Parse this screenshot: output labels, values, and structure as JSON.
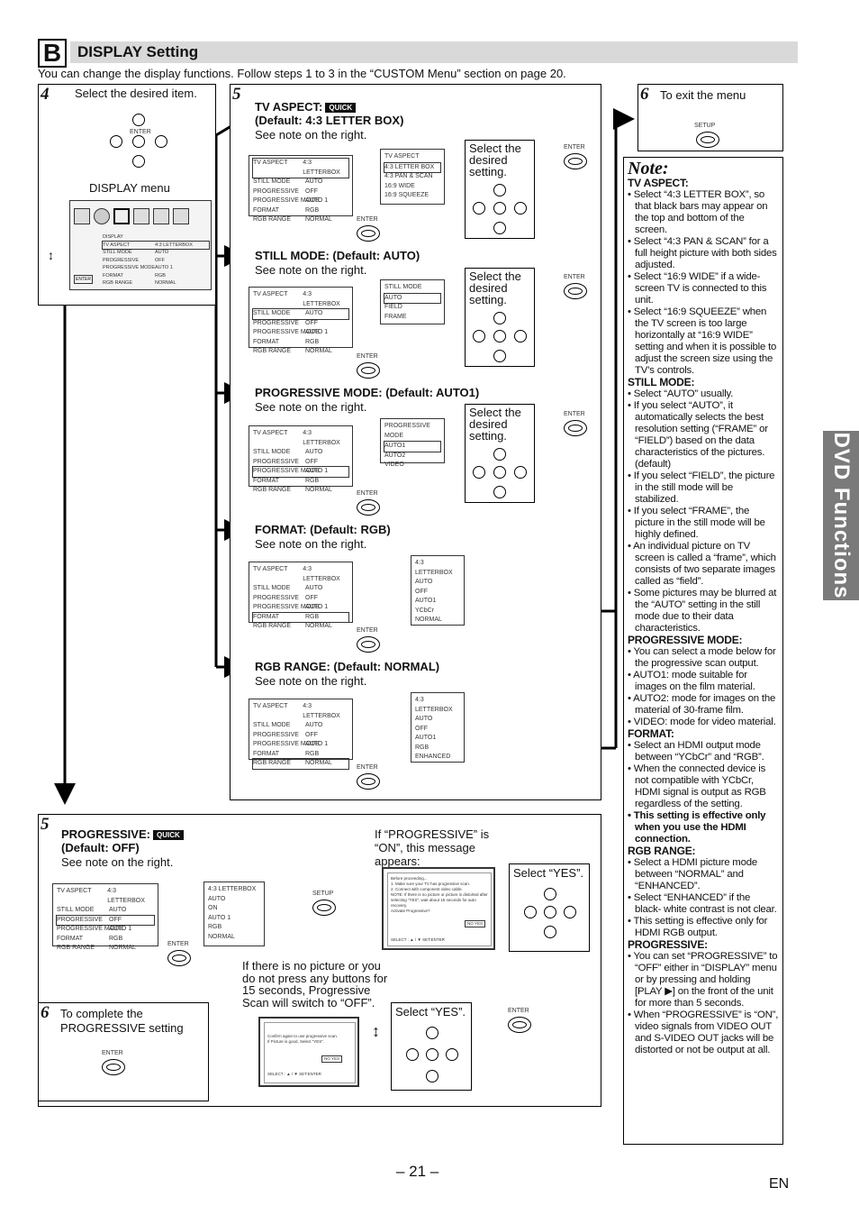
{
  "section": {
    "letter": "B",
    "title": "DISPLAY Setting",
    "intro": "You can change the display functions. Follow steps 1 to 3 in the “CUSTOM Menu” section on page 20."
  },
  "step4": {
    "num": "4",
    "text": "Select the desired item.",
    "menu_label": "DISPLAY menu",
    "screen_title": "DISPLAY"
  },
  "step5": {
    "num": "5"
  },
  "step6": {
    "num": "6",
    "text": "To exit the menu",
    "setup_label": "SETUP"
  },
  "menu_items": [
    "TV ASPECT",
    "STILL MODE",
    "PROGRESSIVE",
    "PROGRESSIVE MODE",
    "FORMAT",
    "RGB RANGE"
  ],
  "menu_values": [
    "4:3 LETTERBOX",
    "AUTO",
    "OFF",
    "AUTO 1",
    "RGB",
    "NORMAL"
  ],
  "quick": "QUICK",
  "enter": "ENTER",
  "select_setting": "Select the desired setting.",
  "see_note": "See note on the right.",
  "tv_aspect": {
    "title": "TV ASPECT:",
    "default": "(Default: 4:3 LETTER BOX)",
    "opt_title": "TV ASPECT",
    "options": [
      "4:3 LETTER BOX",
      "4:3 PAN & SCAN",
      "16:9 WIDE",
      "16:9 SQUEEZE"
    ]
  },
  "still_mode": {
    "title": "STILL MODE: (Default: AUTO)",
    "opt_title": "STILL MODE",
    "options": [
      "AUTO",
      "FIELD",
      "FRAME"
    ]
  },
  "prog_mode": {
    "title": "PROGRESSIVE MODE: (Default: AUTO1)",
    "opt_title": "PROGRESSIVE MODE",
    "options": [
      "AUTO1",
      "AUTO2",
      "VIDEO"
    ]
  },
  "format": {
    "title": "FORMAT: (Default: RGB)",
    "values": [
      "4:3 LETTERBOX",
      "AUTO",
      "OFF",
      "AUTO1",
      "YCbCr",
      "NORMAL"
    ]
  },
  "rgb_range": {
    "title": "RGB RANGE: (Default: NORMAL)",
    "values": [
      "4:3 LETTERBOX",
      "AUTO",
      "OFF",
      "AUTO1",
      "RGB",
      "ENHANCED"
    ]
  },
  "progressive": {
    "num": "5",
    "title": "PROGRESSIVE:",
    "default": "(Default: OFF)",
    "values": [
      "4:3 LETTERBOX",
      "AUTO",
      "ON",
      "AUTO 1",
      "RGB",
      "NORMAL"
    ],
    "setup": "SETUP",
    "message_intro": "If “PROGRESSIVE” is “ON”, this message appears:",
    "select_yes": "Select “YES”.",
    "timeout": "If there is no picture or you do not press any buttons for 15 seconds, Progressive Scan will switch to “OFF”.",
    "msg_lines": [
      "Before proceeding...",
      "1. Make sure your TV has progressive scan.",
      "2. Connect with component video cable.",
      "NOTE: If there is no picture or picture is distorted after selecting “YES”, wait about 15 seconds for auto recovery.",
      "Activate Progressive?",
      "SELECT : ▲ / ▼     SET:ENTER"
    ],
    "msg2_lines": [
      "Confirm again to use progressive scan.",
      "If Picture is good, Select “YES”.",
      "SELECT : ▲ / ▼     SET:ENTER"
    ],
    "no_yes": [
      "NO",
      "YES"
    ]
  },
  "step6b": {
    "num": "6",
    "text": "To complete the PROGRESSIVE setting"
  },
  "note": {
    "title": "Note:",
    "tv_aspect_h": "TV ASPECT:",
    "tv_aspect": [
      "Select “4:3 LETTER BOX”, so that black bars may appear on the top and bottom of the screen.",
      "Select “4:3 PAN & SCAN” for a full height picture with both sides adjusted.",
      "Select “16:9 WIDE” if a wide-screen TV is connected to this unit.",
      "Select “16:9 SQUEEZE” when the TV screen is too large horizontally at “16:9 WIDE” setting and when it is possible to adjust the screen size using the TV’s controls."
    ],
    "still_h": "STILL MODE:",
    "still": [
      "Select “AUTO” usually.",
      "If you select “AUTO”, it automatically selects the best resolution setting (“FRAME” or “FIELD”) based on the data characteristics of the pictures. (default)",
      "If you select “FIELD”, the picture in the still mode will be stabilized.",
      "If you select “FRAME”, the picture in the still mode will be highly defined.",
      "An individual picture on TV screen is called a “frame”, which consists of two separate images called as “field”.",
      "Some pictures may be blurred at the “AUTO” setting in the still mode due to their data characteristics."
    ],
    "prog_mode_h": "PROGRESSIVE MODE:",
    "prog_mode": [
      "You can select a mode below for the progressive scan output.",
      "AUTO1: mode suitable for images on the film material.",
      "AUTO2: mode for images on the material of 30-frame film.",
      "VIDEO: mode for video material."
    ],
    "format_h": "FORMAT:",
    "format": [
      "Select an HDMI output mode between “YCbCr” and “RGB”.",
      "When the connected device is not compatible with YCbCr, HDMI signal is output as RGB regardless of the setting.",
      "This setting is effective only when you use the HDMI connection."
    ],
    "rgb_h": "RGB RANGE:",
    "rgb": [
      "Select a HDMI picture mode between “NORMAL” and “ENHANCED”.",
      "Select “ENHANCED” if the black- white contrast is not clear.",
      "This setting is effective only for HDMI RGB output."
    ],
    "prog_h": "PROGRESSIVE:",
    "prog": [
      "You can set “PROGRESSIVE” to “OFF” either in “DISPLAY” menu or by pressing and holding [PLAY ▶] on the front of the unit for more than 5 seconds.",
      "When “PROGRESSIVE” is “ON”, video signals from VIDEO OUT and S-VIDEO OUT jacks will be distorted or not be output at all."
    ]
  },
  "side_tab": "DVD Functions",
  "page_number": "– 21 –",
  "lang": "EN"
}
